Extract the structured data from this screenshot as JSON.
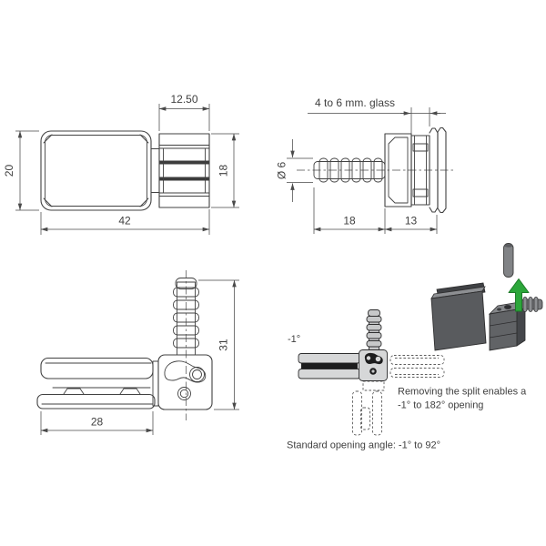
{
  "views": {
    "front": {
      "dim_top": "12.50",
      "dim_left": "20",
      "dim_bottom": "42",
      "dim_right": "18"
    },
    "side": {
      "glass_note": "4 to 6 mm. glass",
      "dim_diameter": "Ø 6",
      "dim_pin_length": "18",
      "dim_body_depth": "13"
    },
    "assembled": {
      "dim_width": "28",
      "dim_height": "31"
    },
    "opening": {
      "angle_label": "-1°",
      "split_note_line1": "Removing the split enables a",
      "split_note_line2": "-1° to 182° opening",
      "standard_note": "Standard opening angle: -1° to 92°"
    }
  },
  "colors": {
    "line": "#424242",
    "dim_text": "#3f3f3f",
    "arrow_green": "#2ca63a",
    "arrow_green_edge": "#1d7a28",
    "render_dark": "#595b5e",
    "render_mid": "#6f7174",
    "render_light": "#8d8f92",
    "slot_dark": "#1d1d1e",
    "fill_light": "#d6d7d8"
  }
}
